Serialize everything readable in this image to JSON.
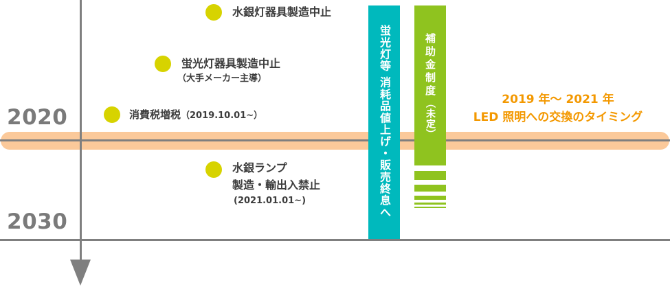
{
  "timeline": {
    "year_2020": "2020",
    "year_2030": "2030"
  },
  "events": {
    "mercury_fixture_stop": {
      "title": "水銀灯器具製造中止"
    },
    "fluorescent_fixture_stop": {
      "title": "蛍光灯器具製造中止",
      "note": "（大手メーカー主導）"
    },
    "consumption_tax_increase": {
      "title": "消費税増税",
      "note": "（2019.10.01~）"
    },
    "mercury_lamp_ban": {
      "title": "水銀ランプ",
      "subtitle": "製造・輸出入禁止",
      "note": "(2021.01.01~)"
    }
  },
  "bars": {
    "fluorescent_consumables": {
      "text": "蛍光灯等 消耗品値上げ・販売終息へ",
      "color": "#00b9bd"
    },
    "subsidy": {
      "text": "補助金制度",
      "note": "（未定）",
      "color": "#8fc31f"
    }
  },
  "callout": {
    "period": "2019 年～ 2021 年",
    "message": "LED 照明への交換のタイミング",
    "color": "#f39800"
  },
  "colors": {
    "axis": "#7f7f7f",
    "event_dot": "#d7d300",
    "transition_band": "#fbc99a",
    "text": "#3c3c3c"
  }
}
